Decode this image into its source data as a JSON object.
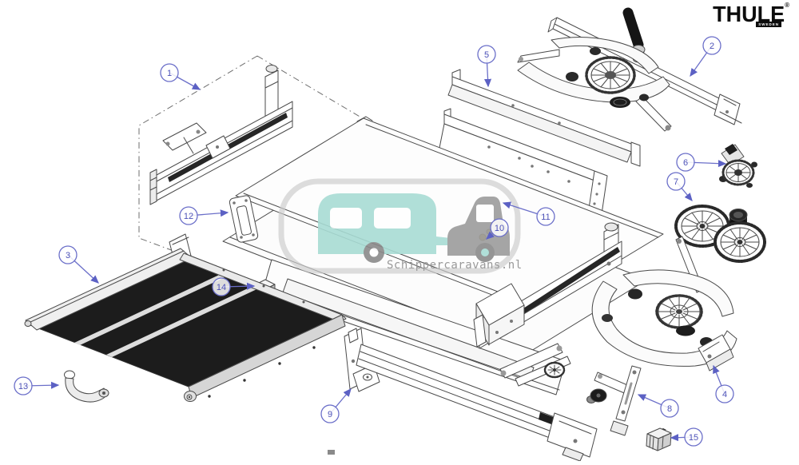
{
  "page": {
    "background": "#ffffff",
    "type": "exploded-parts-diagram"
  },
  "logo": {
    "brand": "THULE",
    "registered": "®",
    "tagline": "SWEDEN"
  },
  "watermark": {
    "text": "Schippercaravans.nl",
    "caravan_color": "#a8dcd4",
    "car_color": "#9c9c9c",
    "text_color": "#8f8f8f",
    "frame_color": "#cdcdcd"
  },
  "diagram": {
    "line_color": "#4a4a4a",
    "callout_color": "#5c61c4",
    "callouts": {
      "c1": {
        "label": "1",
        "part": "left-slide-rail-assembly"
      },
      "c2": {
        "label": "2",
        "part": "crossbar-with-crank-handle"
      },
      "c3": {
        "label": "3",
        "part": "step-platform"
      },
      "c4": {
        "label": "4",
        "part": "scissor-mechanism-bracket"
      },
      "c5": {
        "label": "5",
        "part": "mounting-profiles"
      },
      "c6": {
        "label": "6",
        "part": "drive-motor"
      },
      "c7": {
        "label": "7",
        "part": "gear-wheels"
      },
      "c8": {
        "label": "8",
        "part": "support-arm"
      },
      "c9": {
        "label": "9",
        "part": "front-rail-profile"
      },
      "c10": {
        "label": "10",
        "part": "screw"
      },
      "c11": {
        "label": "11",
        "part": "cover-panel"
      },
      "c12": {
        "label": "12",
        "part": "side-bracket-plate"
      },
      "c13": {
        "label": "13",
        "part": "curved-hook"
      },
      "c14": {
        "label": "14",
        "part": "connector-block"
      },
      "c15": {
        "label": "15",
        "part": "clip"
      }
    }
  }
}
